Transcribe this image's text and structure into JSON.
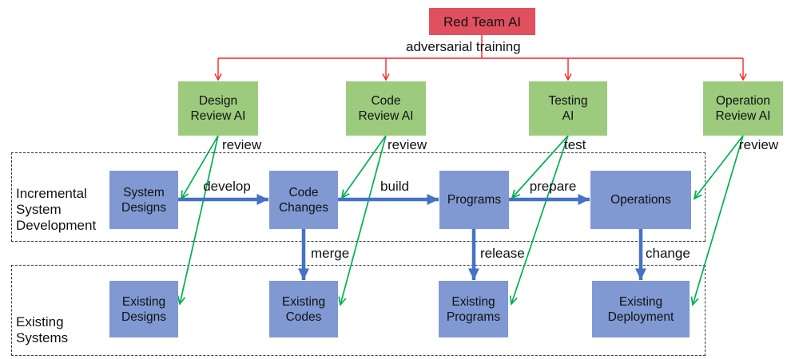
{
  "red_team": {
    "label": "Red Team AI"
  },
  "labels": {
    "adversarial": "adversarial training"
  },
  "ai_row": [
    {
      "label": "Design\nReview AI",
      "action": "review"
    },
    {
      "label": "Code\nReview AI",
      "action": "review"
    },
    {
      "label": "Testing\nAI",
      "action": "test"
    },
    {
      "label": "Operation\nReview AI",
      "action": "review"
    }
  ],
  "dev_group": {
    "label": "Incremental\nSystem\nDevelopment",
    "boxes": [
      {
        "label": "System\nDesigns"
      },
      {
        "label": "Code\nChanges"
      },
      {
        "label": "Programs"
      },
      {
        "label": "Operations"
      }
    ]
  },
  "existing_group": {
    "label": "Existing\nSystems",
    "boxes": [
      {
        "label": "Existing\nDesigns"
      },
      {
        "label": "Existing\nCodes"
      },
      {
        "label": "Existing\nPrograms"
      },
      {
        "label": "Existing\nDeployment"
      }
    ]
  },
  "flows": [
    "develop",
    "build",
    "prepare"
  ],
  "handoffs": [
    "merge",
    "release",
    "change"
  ],
  "colors": {
    "red_box": "#e0505f",
    "green_box": "#9dcb7d",
    "blue_box": "#8099d3",
    "red_arrow": "#fb2323",
    "green_arrow": "#00b050",
    "blue_arrow": "#4472c4"
  }
}
